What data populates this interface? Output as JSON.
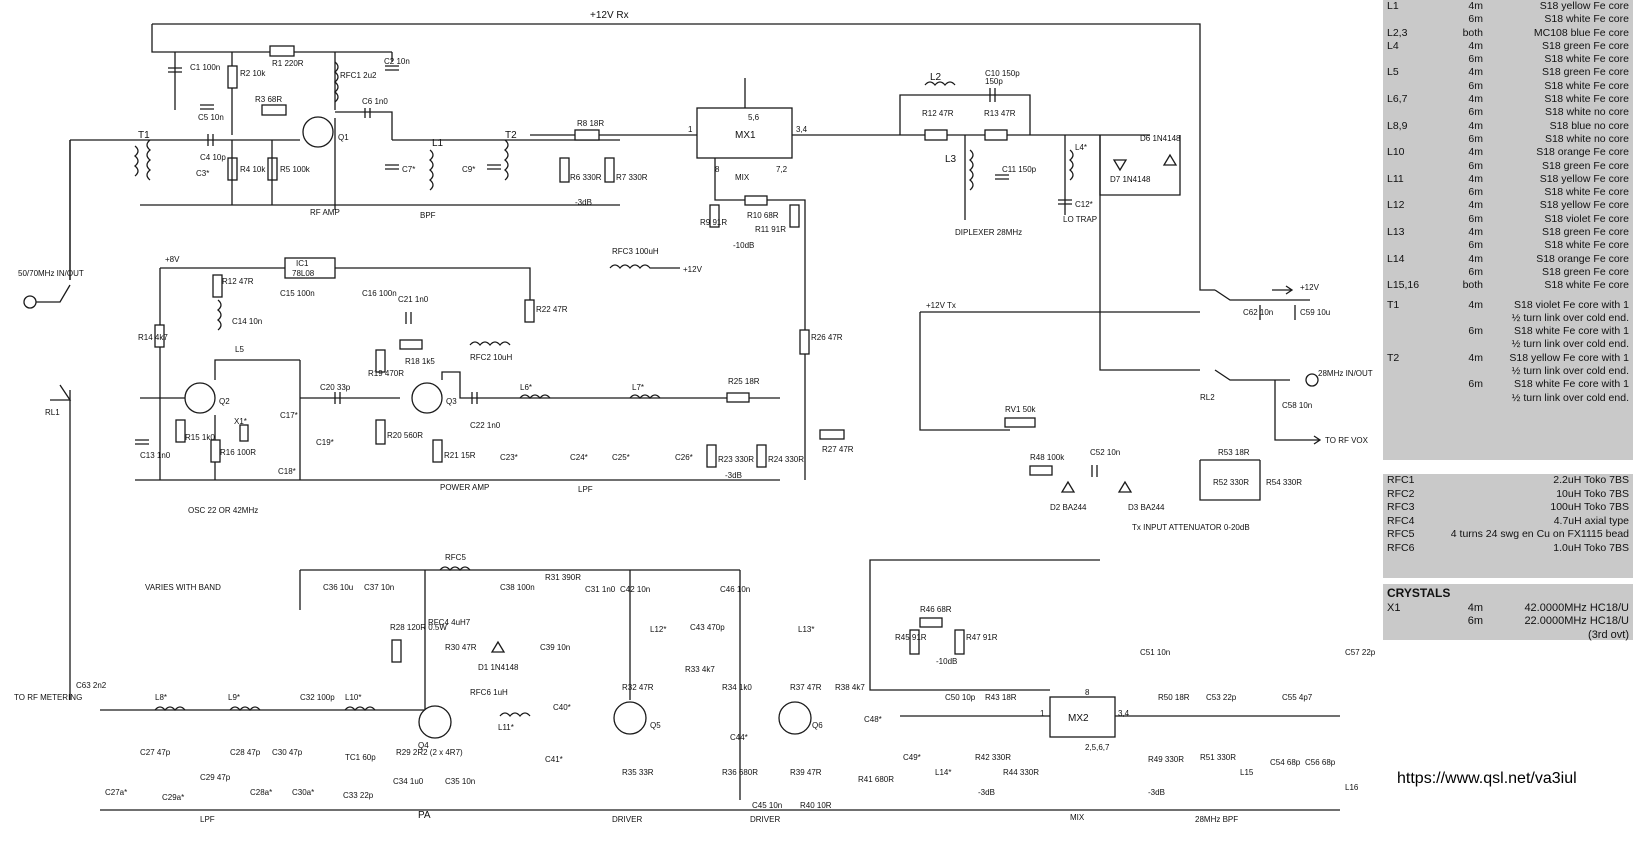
{
  "rails": {
    "rx": "+12V Rx",
    "tx": "+12V Tx",
    "v8": "+8V",
    "v12a": "+12V",
    "v12b": "+12V"
  },
  "ports": {
    "antenna": "50/70MHz IN/OUT",
    "if28": "28MHz IN/OUT",
    "rf_metering": "TO RF METERING",
    "rf_vox": "TO RF VOX"
  },
  "blocks": {
    "rf_amp": "RF AMP",
    "bpf": "BPF",
    "mix": "MIX",
    "mx1": "MX1",
    "mx2": "MX2",
    "diplexer": "DIPLEXER 28MHz",
    "lo_trap": "LO TRAP",
    "osc": "OSC 22 OR 42MHz",
    "power_amp": "POWER AMP",
    "lpf": "LPF",
    "lpf2": "LPF",
    "pa": "PA",
    "driver1": "DRIVER",
    "driver2": "DRIVER",
    "mix2": "MIX",
    "bpf28": "28MHz BPF",
    "varies": "VARIES WITH BAND",
    "attenuator": "Tx INPUT ATTENUATOR 0-20dB",
    "ic1": "IC1",
    "ic1_type": "78L08",
    "mx1_pins": [
      "1",
      "5,6",
      "3,4",
      "8",
      "7,2"
    ],
    "mx2_pins": [
      "1",
      "8",
      "3,4",
      "2,5,6,7"
    ]
  },
  "components": {
    "T1": "T1",
    "T2": "T2",
    "Q1": "Q1",
    "Q2": "Q2",
    "Q3": "Q3",
    "Q4": "Q4",
    "Q5": "Q5",
    "Q6": "Q6",
    "RL1": "RL1",
    "RL2": "RL2",
    "RV1": "RV1 50k",
    "R1": "R1 220R",
    "R2": "R2 10k",
    "R3": "R3 68R",
    "R4": "R4 10k",
    "R5": "R5 100k",
    "R6": "R6 330R",
    "R7": "R7 330R",
    "R8": "R8 18R",
    "R9": "R9 91R",
    "R10": "R10 68R",
    "R11": "R11 91R",
    "R12a": "R12 47R",
    "R12b": "R12 47R",
    "R13": "R13 47R",
    "R14": "R14 4k7",
    "R15": "R15 1k0",
    "R16": "R16 100R",
    "R18": "R18 1k5",
    "R19": "R19 470R",
    "R20": "R20 560R",
    "R21": "R21 15R",
    "R22": "R22 47R",
    "R23": "R23 330R",
    "R24": "R24 330R",
    "R25": "R25 18R",
    "R26": "R26 47R",
    "R27": "R27 47R",
    "R28": "R28 120R 0.5W",
    "R29": "R29 2R2 (2 x 4R7)",
    "R30": "R30 47R",
    "R31": "R31 390R",
    "R32": "R32 47R",
    "R33": "R33 4k7",
    "R34": "R34 1k0",
    "R35": "R35 33R",
    "R36": "R36 680R",
    "R37": "R37 47R",
    "R38": "R38 4k7",
    "R39": "R39 47R",
    "R40": "R40 10R",
    "R41": "R41 680R",
    "R42": "R42 330R",
    "R43": "R43 18R",
    "R44": "R44 330R",
    "R45": "R45 91R",
    "R46": "R46 68R",
    "R47": "R47 91R",
    "R48": "R48 100k",
    "R49": "R49 330R",
    "R50": "R50 18R",
    "R51": "R51 330R",
    "R52": "R52 330R",
    "R53": "R53 18R",
    "R54": "R54 330R",
    "C1": "C1 100n",
    "C2": "C2 10n",
    "C3": "C3*",
    "C4": "C4 10p",
    "C5": "C5 10n",
    "C6": "C6 1n0",
    "C7": "C7*",
    "C9": "C9*",
    "C10": "C10 150p",
    "C11": "C11 150p",
    "C12": "C12*",
    "C13": "C13 1n0",
    "C14": "C14 10n",
    "C15": "C15 100n",
    "C16": "C16 100n",
    "C17": "C17*",
    "C18": "C18*",
    "C19": "C19*",
    "C20": "C20 33p",
    "C21": "C21 1n0",
    "C22": "C22 1n0",
    "C23": "C23*",
    "C24": "C24*",
    "C25": "C25*",
    "C26": "C26*",
    "C27": "C27 47p",
    "C27a": "C27a*",
    "C28": "C28 47p",
    "C28a": "C28a*",
    "C29": "C29 47p",
    "C29a": "C29a*",
    "C30": "C30 47p",
    "C30a": "C30a*",
    "C31": "C31 1n0",
    "C32": "C32 100p",
    "C33": "C33 22p",
    "C34": "C34 1u0",
    "C35": "C35 10n",
    "C36": "C36 10u",
    "C37": "C37 10n",
    "C38": "C38 100n",
    "C39": "C39 10n",
    "C40": "C40*",
    "C41": "C41*",
    "C42": "C42 10n",
    "C43": "C43 470p",
    "C44": "C44*",
    "C45": "C45 10n",
    "C46": "C46 10n",
    "C48": "C48*",
    "C49": "C49*",
    "C50": "C50 10p",
    "C51": "C51 10n",
    "C52": "C52 10n",
    "C53": "C53 22p",
    "C54": "C54 68p",
    "C55": "C55 4p7",
    "C56": "C56 68p",
    "C57": "C57 22p",
    "C58": "C58 10n",
    "C59": "C59 10u",
    "C62": "C62 10n",
    "C63": "C63 2n2",
    "TC1": "TC1 60p",
    "L1": "L1",
    "L2": "L2",
    "L3": "L3",
    "L4": "L4*",
    "L5": "L5",
    "L6": "L6*",
    "L7": "L7*",
    "L8": "L8*",
    "L9": "L9*",
    "L10": "L10*",
    "L11": "L11*",
    "L12": "L12*",
    "L13": "L13*",
    "L14": "L14*",
    "L15": "L15",
    "L16": "L16",
    "RFC1": "RFC1 2u2",
    "RFC2": "RFC2 10uH",
    "RFC3": "RFC3 100uH",
    "RFC4": "RFC4 4uH7",
    "RFC5": "RFC5",
    "RFC6": "RFC6 1uH",
    "D1": "D1 1N4148",
    "D2": "D2 BA244",
    "D3": "D3 BA244",
    "D6": "D6 1N4148",
    "D7": "D7 1N4148",
    "X1": "X1*",
    "db1": "-3dB",
    "db2": "-10dB",
    "db3": "-3dB",
    "db4": "-10dB",
    "db5": "-3dB",
    "db6": "-3dB"
  },
  "coils": [
    {
      "name": "L1",
      "band": "4m",
      "desc": "S18 yellow Fe core"
    },
    {
      "name": "",
      "band": "6m",
      "desc": "S18 white Fe core"
    },
    {
      "name": "L2,3",
      "band": "both",
      "desc": "MC108 blue Fe core"
    },
    {
      "name": "L4",
      "band": "4m",
      "desc": "S18 green Fe core"
    },
    {
      "name": "",
      "band": "6m",
      "desc": "S18 white Fe core"
    },
    {
      "name": "L5",
      "band": "4m",
      "desc": "S18 green Fe core"
    },
    {
      "name": "",
      "band": "6m",
      "desc": "S18 white Fe core"
    },
    {
      "name": "L6,7",
      "band": "4m",
      "desc": "S18 white Fe core"
    },
    {
      "name": "",
      "band": "6m",
      "desc": "S18 white no core"
    },
    {
      "name": "L8,9",
      "band": "4m",
      "desc": "S18 blue no core"
    },
    {
      "name": "",
      "band": "6m",
      "desc": "S18 white no core"
    },
    {
      "name": "L10",
      "band": "4m",
      "desc": "S18 orange Fe core"
    },
    {
      "name": "",
      "band": "6m",
      "desc": "S18 green Fe core"
    },
    {
      "name": "L11",
      "band": "4m",
      "desc": "S18 yellow Fe core"
    },
    {
      "name": "",
      "band": "6m",
      "desc": "S18 white Fe core"
    },
    {
      "name": "L12",
      "band": "4m",
      "desc": "S18 yellow Fe core"
    },
    {
      "name": "",
      "band": "6m",
      "desc": "S18 violet Fe core"
    },
    {
      "name": "L13",
      "band": "4m",
      "desc": "S18 green Fe core"
    },
    {
      "name": "",
      "band": "6m",
      "desc": "S18 white Fe core"
    },
    {
      "name": "L14",
      "band": "4m",
      "desc": "S18 orange Fe core"
    },
    {
      "name": "",
      "band": "6m",
      "desc": "S18 green Fe core"
    },
    {
      "name": "L15,16",
      "band": "both",
      "desc": "S18 white Fe core"
    }
  ],
  "transformers": [
    {
      "name": "T1",
      "band": "4m",
      "desc": "S18 violet Fe core with 1 ½ turn link over cold end."
    },
    {
      "name": "",
      "band": "6m",
      "desc": "S18 white Fe core with 1 ½ turn link over cold end."
    },
    {
      "name": "T2",
      "band": "4m",
      "desc": "S18 yellow Fe core with 1 ½ turn link over cold end."
    },
    {
      "name": "",
      "band": "6m",
      "desc": "S18 white Fe core with 1 ½ turn link over cold end."
    }
  ],
  "rfcs": [
    {
      "name": "RFC1",
      "desc": "2.2uH Toko 7BS"
    },
    {
      "name": "RFC2",
      "desc": "10uH Toko 7BS"
    },
    {
      "name": "RFC3",
      "desc": "100uH Toko 7BS"
    },
    {
      "name": "RFC4",
      "desc": "4.7uH axial type"
    },
    {
      "name": "RFC5",
      "desc": "4 turns 24 swg en Cu on FX1115 bead"
    },
    {
      "name": "RFC6",
      "desc": "1.0uH Toko 7BS"
    }
  ],
  "crystals": {
    "title": "CRYSTALS",
    "name": "X1",
    "rows": [
      {
        "band": "4m",
        "desc": "42.0000MHz HC18/U"
      },
      {
        "band": "6m",
        "desc": "22.0000MHz HC18/U"
      },
      {
        "band": "",
        "desc": "(3rd ovt)"
      }
    ]
  },
  "url": "https://www.qsl.net/va3iul"
}
